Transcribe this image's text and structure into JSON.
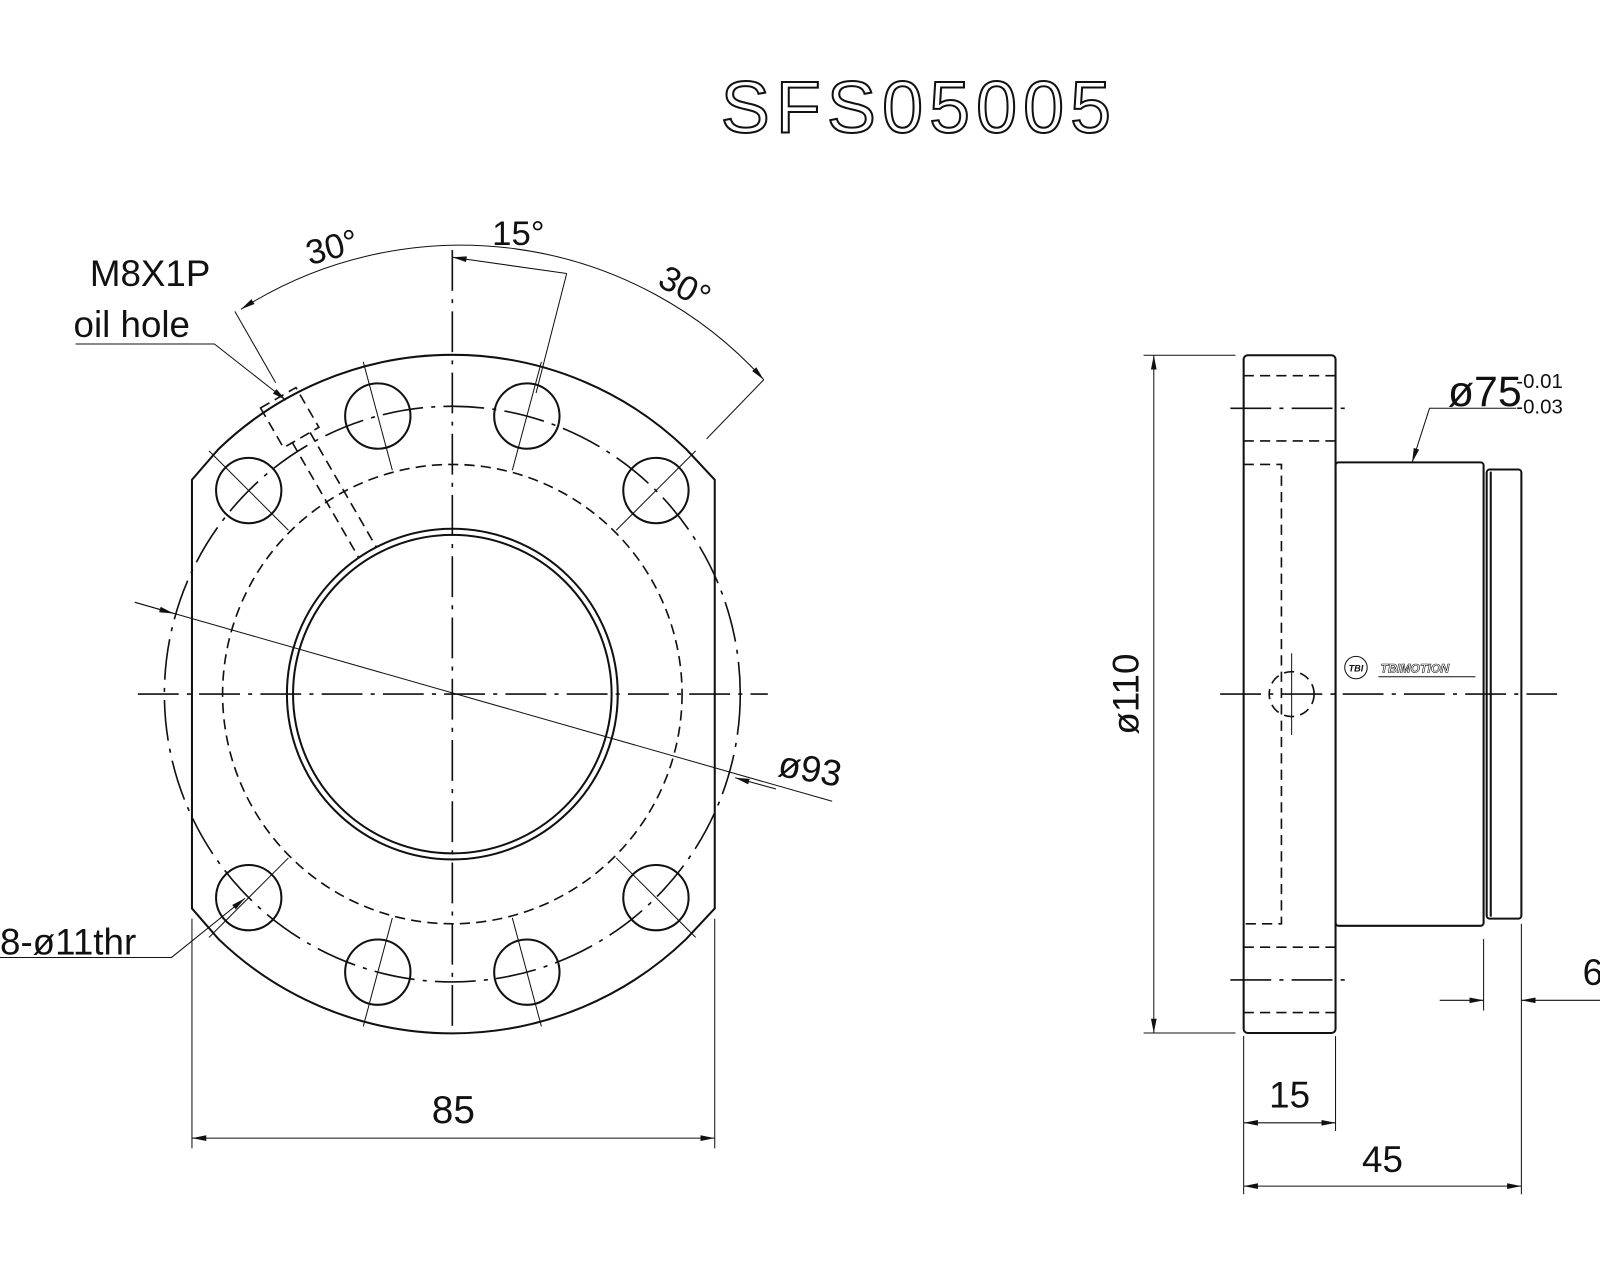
{
  "title": "SFS05005",
  "front_view": {
    "angle_left": "30°",
    "angle_mid": "15°",
    "angle_right": "30°",
    "oil_hole_thread": "M8X1P",
    "oil_hole_label": "oil hole",
    "pcd": "ø93",
    "holes": "8-ø11thr",
    "width": "85"
  },
  "side_view": {
    "flange_dia": "ø110",
    "body_dia": "ø75",
    "tol_upper": "-0.01",
    "tol_lower": "-0.03",
    "flange_thickness": "15",
    "total_length": "45",
    "step_length": "6",
    "logo_text": "TBIMOTION",
    "logo_mark": "TBI"
  }
}
